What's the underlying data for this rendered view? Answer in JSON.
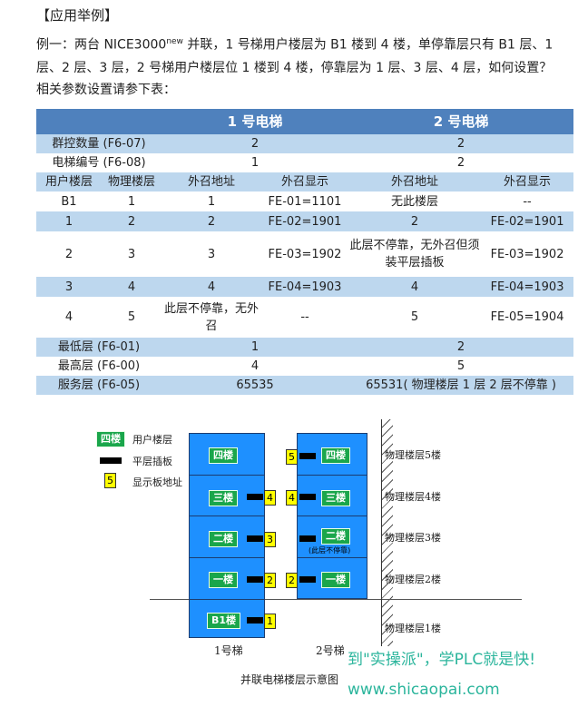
{
  "heading": "【应用举例】",
  "example": {
    "prefix": "例一：两台 NICE3000",
    "sup": "new",
    "body": " 并联，1 号梯用户楼层为 B1 楼到 4 楼，单停靠层只有 B1 层、1 层、2 层、3 层，2 号梯用户楼层位 1 楼到 4 楼，停靠层为 1 层、3 层、4 层，如何设置？"
  },
  "intro": "相关参数设置请参下表：",
  "table": {
    "header": [
      "",
      "1 号电梯",
      "2 号电梯"
    ],
    "group_rows": [
      {
        "label": "群控数量 (F6-07)",
        "e1": "2",
        "e2": "2"
      },
      {
        "label": "电梯编号 (F6-08)",
        "e1": "1",
        "e2": "2"
      }
    ],
    "columns": [
      "用户楼层",
      "物理楼层",
      "外召地址",
      "外召显示",
      "外召地址",
      "外召显示"
    ],
    "rows": [
      [
        "B1",
        "1",
        "1",
        "FE-01=1101",
        "无此楼层",
        "--"
      ],
      [
        "1",
        "2",
        "2",
        "FE-02=1901",
        "2",
        "FE-02=1901"
      ],
      [
        "2",
        "3",
        "3",
        "FE-03=1902",
        "此层不停靠，无外召但须装平层插板",
        "FE-03=1902"
      ],
      [
        "3",
        "4",
        "4",
        "FE-04=1903",
        "4",
        "FE-04=1903"
      ],
      [
        "4",
        "5",
        "此层不停靠，无外召",
        "--",
        "5",
        "FE-05=1904"
      ]
    ],
    "footer_rows": [
      {
        "label": "最低层 (F6-01)",
        "e1": "1",
        "e2": "2"
      },
      {
        "label": "最高层 (F6-00)",
        "e1": "4",
        "e2": "5"
      },
      {
        "label": "服务层 (F6-05)",
        "e1": "65535",
        "e2": "65531( 物理楼层 1 层 2 层不停靠 )"
      }
    ]
  },
  "diagram": {
    "legend": {
      "tag": "四楼",
      "user_floor": "用户楼层",
      "plate": "平层插板",
      "addr_sample": "5",
      "addr": "显示板地址"
    },
    "elevator1": {
      "floors": [
        "四楼",
        "三楼",
        "二楼",
        "一楼",
        "B1楼"
      ],
      "addresses": [
        "4",
        "3",
        "2",
        "1"
      ]
    },
    "elevator2": {
      "floors": [
        "四楼",
        "三楼",
        "二楼",
        "一楼"
      ],
      "addresses": [
        "5",
        "4",
        "2"
      ],
      "note": "(此层不停靠)"
    },
    "physical_floors": [
      "物理楼层5楼",
      "物理楼层4楼",
      "物理楼层3楼",
      "物理楼层2楼",
      "物理楼层1楼"
    ],
    "label1": "1号梯",
    "label2": "2号梯",
    "caption": "并联电梯楼层示意图"
  },
  "watermark": {
    "line1": "到\"实操派\"，学PLC就是快!",
    "line2": "www.shicaopai.com"
  },
  "colors": {
    "header_blue": "#4f81bd",
    "band_blue": "#bdd7ee",
    "shaft_blue": "#1e90ff",
    "tag_green": "#1aa64b",
    "addr_yellow": "#ffff00",
    "watermark": "#2bb59c"
  }
}
